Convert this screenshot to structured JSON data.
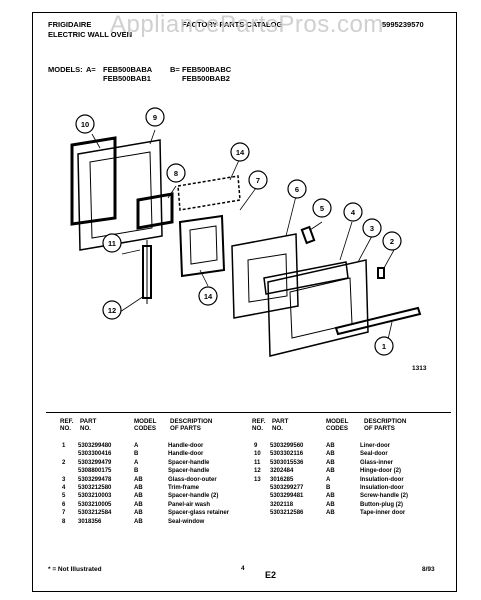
{
  "header": {
    "brand_line1": "FRIGIDAIRE",
    "brand_line2": "ELECTRIC WALL OVEN",
    "catalog_title": "FACTORY PARTS CATALOG",
    "doc_number": "5995239570",
    "watermark": "AppliancePartsPros.com"
  },
  "models": {
    "label": "MODELS:",
    "a_prefix": "A=",
    "a1": "FEB500BABA",
    "a2": "FEB500BAB1",
    "b_prefix": "B=",
    "b1": "FEB500BABC",
    "b2": "FEB500BAB2"
  },
  "diagram": {
    "figure_code": "1313",
    "callouts": [
      "10",
      "9",
      "14",
      "8",
      "7",
      "6",
      "5",
      "4",
      "3",
      "2",
      "11",
      "12",
      "14",
      "1"
    ]
  },
  "table_headers": {
    "ref": "REF.\nNO.",
    "part": "PART\nNO.",
    "model": "MODEL\nCODES",
    "desc": "DESCRIPTION\nOF PARTS"
  },
  "left_rows": [
    {
      "ref": "1",
      "part": "5303299480",
      "model": "A",
      "desc": "Handle-door"
    },
    {
      "ref": "",
      "part": "5303300416",
      "model": "B",
      "desc": "Handle-door"
    },
    {
      "ref": "2",
      "part": "5303299479",
      "model": "A",
      "desc": "Spacer-handle"
    },
    {
      "ref": "",
      "part": "5308800175",
      "model": "B",
      "desc": "Spacer-handle"
    },
    {
      "ref": "3",
      "part": "5303299478",
      "model": "AB",
      "desc": "Glass-door-outer"
    },
    {
      "ref": "4",
      "part": "5303212580",
      "model": "AB",
      "desc": "Trim-frame"
    },
    {
      "ref": "5",
      "part": "5303210003",
      "model": "AB",
      "desc": "Spacer-handle (2)"
    },
    {
      "ref": "6",
      "part": "5303210005",
      "model": "AB",
      "desc": "Panel-air wash"
    },
    {
      "ref": "7",
      "part": "5303212584",
      "model": "AB",
      "desc": "Spacer-glass retainer"
    },
    {
      "ref": "8",
      "part": "3018356",
      "model": "AB",
      "desc": "Seal-window"
    }
  ],
  "right_rows": [
    {
      "ref": "9",
      "part": "5303299560",
      "model": "AB",
      "desc": "Liner-door"
    },
    {
      "ref": "10",
      "part": "5303302116",
      "model": "AB",
      "desc": "Seal-door"
    },
    {
      "ref": "11",
      "part": "5303015536",
      "model": "AB",
      "desc": "Glass-inner"
    },
    {
      "ref": "12",
      "part": "3202484",
      "model": "AB",
      "desc": "Hinge-door (2)"
    },
    {
      "ref": "13",
      "part": "3016285",
      "model": "A",
      "desc": "Insulation-door"
    },
    {
      "ref": "",
      "part": "5303299277",
      "model": "B",
      "desc": "Insulation-door"
    },
    {
      "ref": "",
      "part": "5303299481",
      "model": "AB",
      "desc": "Screw-handle (2)"
    },
    {
      "ref": "",
      "part": "3202118",
      "model": "AB",
      "desc": "Button-plug (2)"
    },
    {
      "ref": "",
      "part": "5303212586",
      "model": "AB",
      "desc": "Tape-inner door"
    }
  ],
  "footer": {
    "note": "* = Not Illustrated",
    "page_num": "4",
    "section": "E2",
    "date": "8/93"
  }
}
